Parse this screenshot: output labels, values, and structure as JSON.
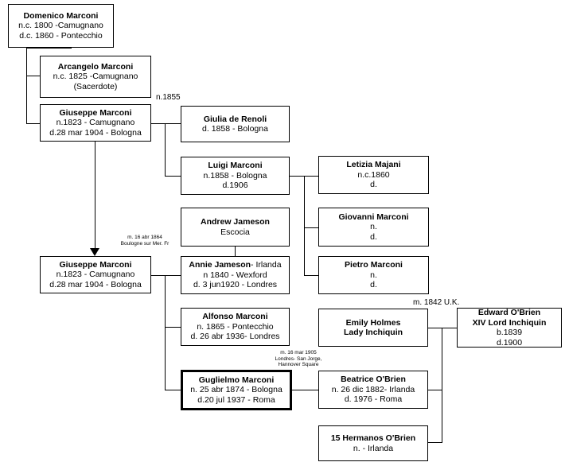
{
  "people": {
    "domenico": {
      "name": "Domenico  Marconi",
      "l1": "n.c. 1800 -Camugnano",
      "l2": "d.c. 1860 - Pontecchio"
    },
    "arcangelo": {
      "name": "Arcangelo Marconi",
      "l1": "n.c. 1825 -Camugnano",
      "l2": "(Sacerdote)"
    },
    "giuseppe1": {
      "name": "Giuseppe  Marconi",
      "l1": "n.1823 - Camugnano",
      "l2": "d.28 mar 1904 - Bologna"
    },
    "giulia": {
      "name": "Giulia de Renoli",
      "l1": "d. 1858 - Bologna"
    },
    "luigi": {
      "name": "Luigi  Marconi",
      "l1": "n.1858 - Bologna",
      "l2": "d.1906"
    },
    "letizia": {
      "name": "Letizia  Majani",
      "l1": "n.c.1860",
      "l2": "d."
    },
    "giovanni": {
      "name": "Giovanni  Marconi",
      "l1": "n.",
      "l2": "d."
    },
    "pietro": {
      "name": "Pietro  Marconi",
      "l1": "n.",
      "l2": "d."
    },
    "andrew": {
      "name": "Andrew Jameson",
      "l1": "Escocia"
    },
    "giuseppe2": {
      "name": "Giuseppe Marconi",
      "l1": "n.1823 - Camugnano",
      "l2": "d.28 mar 1904 - Bologna"
    },
    "annie": {
      "name": "Annie Jameson",
      "name_suffix": "- Irlanda",
      "l1": "n  1840 - Wexford",
      "l2": "d. 3 jun1920 - Londres"
    },
    "alfonso": {
      "name": "Alfonso Marconi",
      "l1": "n. 1865 - Pontecchio",
      "l2": "d. 26 abr 1936- Londres"
    },
    "emily": {
      "name": "Emily Holmes",
      "l1": "Lady Inchiquin"
    },
    "edward": {
      "name": "Edward O'Brien",
      "l1": "XIV Lord Inchiquin",
      "l2": "b.1839",
      "l3": "d.1900"
    },
    "guglielmo": {
      "name": "Guglielmo Marconi",
      "l1": "n. 25 abr 1874 - Bologna",
      "l2": "d.20 jul 1937 - Roma"
    },
    "beatrice": {
      "name": "Beatrice O'Brien",
      "l1": "n. 26 dic 1882- Irlanda",
      "l2": "d.  1976 - Roma"
    },
    "hermanos": {
      "name": "15 Hermanos O'Brien",
      "l1": "n.  - Irlanda"
    }
  },
  "notes": {
    "m1855": "n.1855",
    "m1842": "m. 1842 U.K.",
    "m1864_a": "m. 16 abr 1864",
    "m1864_b": "Boulogne sur Mer. Fr",
    "m1905_a": "m. 16 mar 1905",
    "m1905_b": "Londres- San Jorge,",
    "m1905_c": "Hannover Square"
  }
}
